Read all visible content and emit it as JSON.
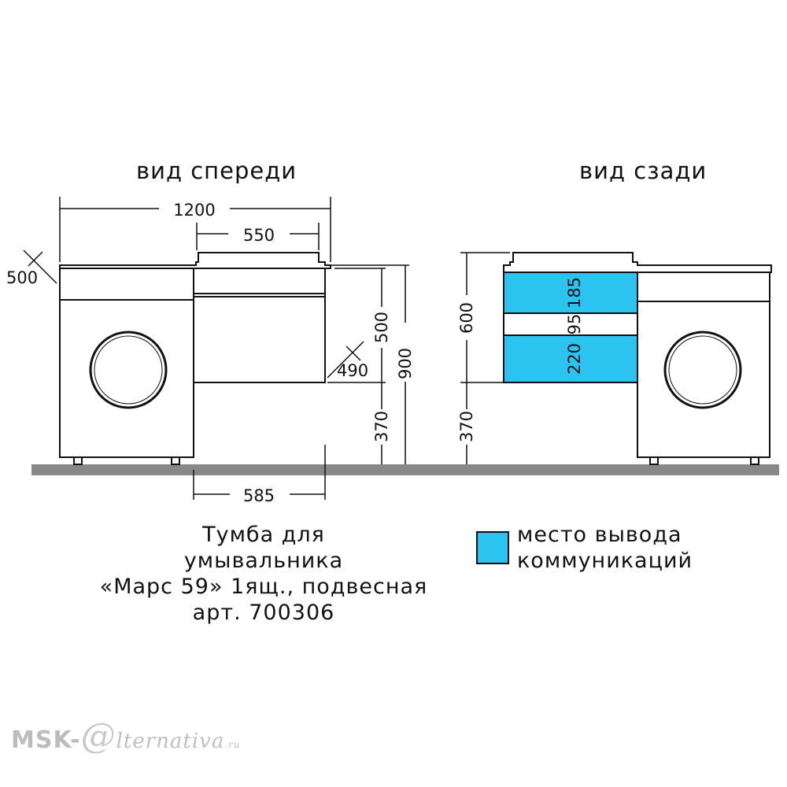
{
  "views": {
    "front_label": "вид спереди",
    "back_label": "вид сзади"
  },
  "dimensions": {
    "total_width": "1200",
    "top_width": "550",
    "depth_left": "500",
    "drawer_height": "500",
    "drawer_depth": "490",
    "total_height": "900",
    "leg_height_front": "370",
    "bottom_width": "585",
    "back_height": "600",
    "zone_top": "185",
    "zone_gap": "95",
    "zone_bottom": "220",
    "leg_height_back": "370"
  },
  "caption": {
    "line1": "Тумба для",
    "line2": "умывальника",
    "line3": "«Марс 59» 1ящ., подвесная",
    "line4": "арт. 700306"
  },
  "legend": {
    "line1": "место вывода",
    "line2": "коммуникаций"
  },
  "watermark": {
    "prefix": "MSK-",
    "a": "@",
    "rest": "lternativa",
    "suffix": ".ru"
  },
  "colors": {
    "utility_zone": "#2bc4f0",
    "floor": "#888888",
    "line": "#111111"
  }
}
